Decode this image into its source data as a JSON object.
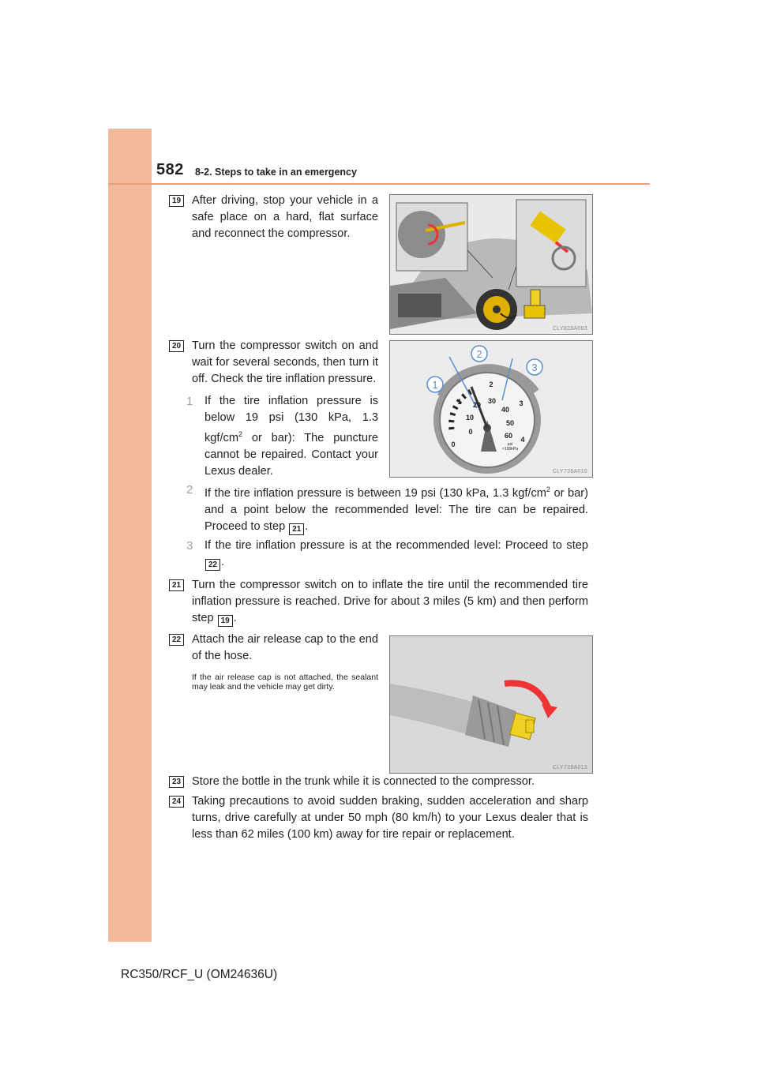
{
  "header": {
    "page_number": "582",
    "section": "8-2. Steps to take in an emergency"
  },
  "footer": {
    "model": "RC350/RCF_U (OM24636U)"
  },
  "steps": {
    "s19": {
      "num": "19",
      "text": "After driving, stop your vehicle in a safe place on a hard, flat surface and reconnect the compressor.",
      "figure_code": "CLY828A063"
    },
    "s20": {
      "num": "20",
      "text": "Turn the compressor switch on and wait for several seconds, then turn it off. Check the tire inflation pressure.",
      "figure_code": "CLY728A010",
      "gauge": {
        "callouts": [
          "1",
          "2",
          "3"
        ],
        "outer_ticks": [
          "0",
          "1",
          "2",
          "3",
          "4"
        ],
        "inner_ticks": [
          "0",
          "10",
          "20",
          "30",
          "40",
          "50",
          "60"
        ],
        "unit_top": "psi",
        "unit_bottom": "×100kPa"
      },
      "items": [
        {
          "num": "1",
          "text_a": "If the tire inflation pressure is below 19 psi (130 kPa, 1.3 kgf/cm",
          "sup": "2",
          "text_b": " or bar): The puncture cannot be repaired. Contact your Lexus dealer."
        },
        {
          "num": "2",
          "text_a": "If the tire inflation pressure is between 19 psi (130 kPa, 1.3 kgf/cm",
          "sup": "2",
          "text_b": " or bar) and a point below the recommended level: The tire can be repaired. Proceed to step ",
          "ref": "21",
          "end": "."
        },
        {
          "num": "3",
          "text_a": "If the tire inflation pressure is at the recommended level: Proceed to step ",
          "ref": "22",
          "end": "."
        }
      ]
    },
    "s21": {
      "num": "21",
      "text": "Turn the compressor switch on to inflate the tire until the recommended tire inflation pressure is reached. Drive for about 3 miles (5 km) and then perform step ",
      "ref": "19",
      "end": "."
    },
    "s22": {
      "num": "22",
      "text": "Attach the air release cap to the end of the hose.",
      "note": "If the air release cap is not attached, the sealant may leak and the vehicle may get dirty.",
      "figure_code": "CLY728A013"
    },
    "s23": {
      "num": "23",
      "text": "Store the bottle in the trunk while it is connected to the compressor."
    },
    "s24": {
      "num": "24",
      "text": "Taking precautions to avoid sudden braking, sudden acceleration and sharp turns, drive carefully at under 50 mph (80 km/h) to your Lexus dealer that is less than 62 miles (100 km) away for tire repair or replacement."
    }
  }
}
